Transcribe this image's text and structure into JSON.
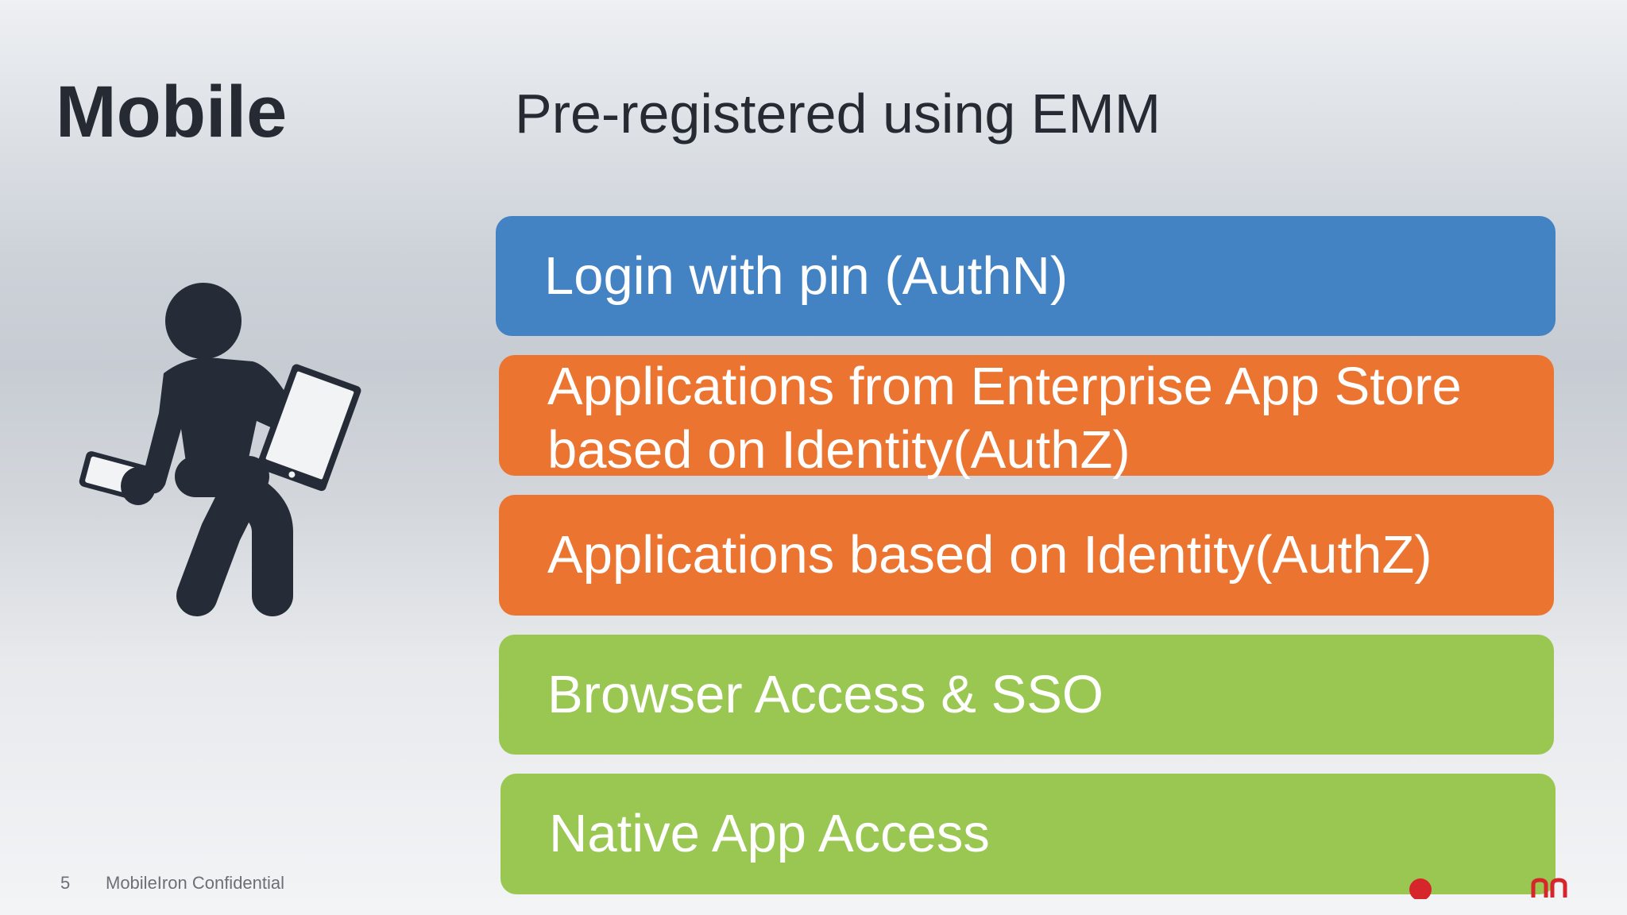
{
  "slide": {
    "title": "Mobile",
    "subtitle": "Pre-registered using EMM",
    "items": [
      {
        "label": "Login with pin (AuthN)",
        "color": "#4383c4"
      },
      {
        "label": "Applications from Enterprise App Store\nbased on Identity(AuthZ)",
        "color": "#ec7431"
      },
      {
        "label": "Applications based on Identity(AuthZ)",
        "color": "#ec7431"
      },
      {
        "label": "Browser Access & SSO",
        "color": "#99c752"
      },
      {
        "label": "Native App Access",
        "color": "#99c752"
      }
    ],
    "illustration_icon": "person-walking-with-phone-and-tablet-icon"
  },
  "footer": {
    "page_number": "5",
    "confidential_text": "MobileIron Confidential",
    "logo_icon": "mobileiron-logo-icon",
    "logo_color": "#d7262b"
  }
}
